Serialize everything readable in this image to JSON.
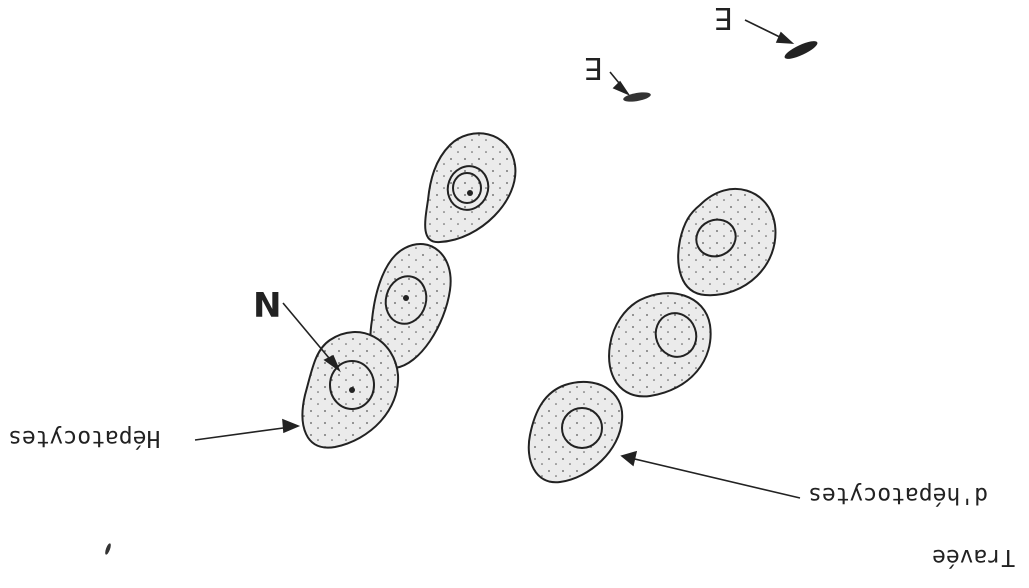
{
  "labels": {
    "hepatocytes": "Hépatocytes",
    "travee_line1": "Travée",
    "travee_line2": "d'hépatocytes",
    "nucleus": "N",
    "endothelial_1": "E",
    "endothelial_2": "E"
  },
  "colors": {
    "ink": "#222222",
    "cell_fill": "#ebebeb",
    "paper": "#ffffff"
  }
}
